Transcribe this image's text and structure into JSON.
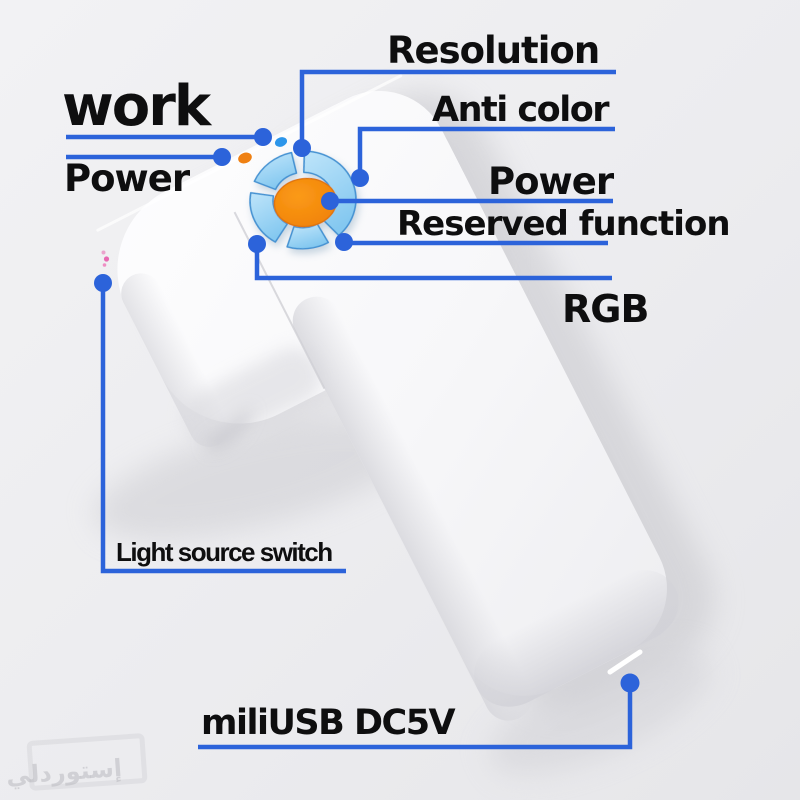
{
  "labels": {
    "resolution": "Resolution",
    "work": "work",
    "power_left": "Power",
    "anti_color": "Anti color",
    "power_right": "Power",
    "reserved_function": "Reserved function",
    "rgb": "RGB",
    "light_source_switch": "Light source switch",
    "usb_power": "miliUSB DC5V"
  },
  "watermark": {
    "text": "إستوردلي"
  },
  "colors": {
    "callout_blue": "#2c63da",
    "pad_fill_light": "#b4e0f9",
    "pad_fill_dark": "#84c8f0",
    "pad_stroke": "#4492d2",
    "center_button_orange": "#f6860c",
    "led_blue": "#2d96ea",
    "led_orange": "#ef8012",
    "indicator_pink": "#e86ab2",
    "background": "#eeeef0",
    "device_white": "#fbfbfd",
    "label_text": "#0e0e0f"
  }
}
